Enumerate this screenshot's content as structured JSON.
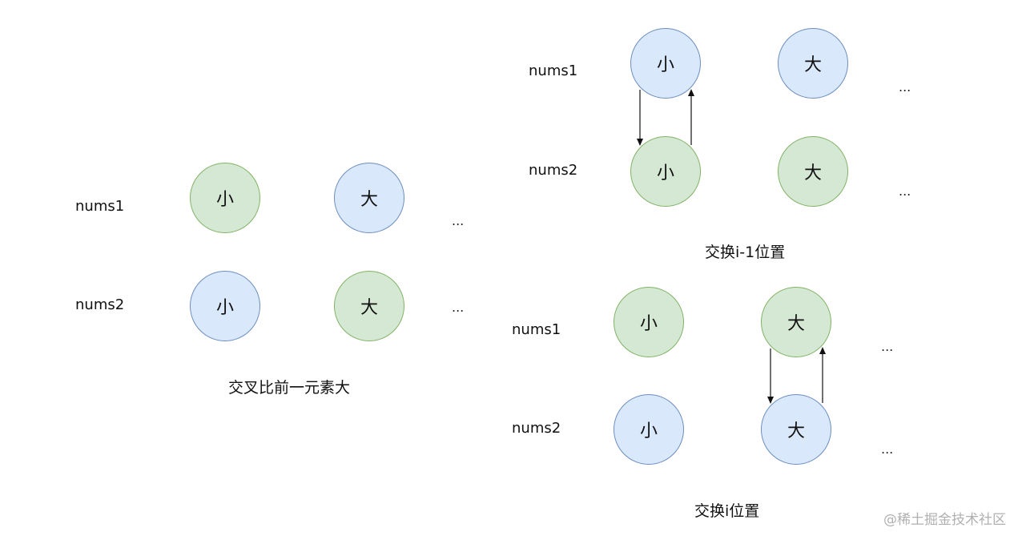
{
  "left": {
    "rows": [
      {
        "label": "nums1",
        "c1": "小",
        "c2": "大",
        "dots": "..."
      },
      {
        "label": "nums2",
        "c1": "小",
        "c2": "大",
        "dots": "..."
      }
    ],
    "caption": "交叉比前一元素大"
  },
  "top_right": {
    "rows": [
      {
        "label": "nums1",
        "c1": "小",
        "c2": "大",
        "dots": "..."
      },
      {
        "label": "nums2",
        "c1": "小",
        "c2": "大",
        "dots": "..."
      }
    ],
    "caption": "交换i-1位置"
  },
  "bottom_right": {
    "rows": [
      {
        "label": "nums1",
        "c1": "小",
        "c2": "大",
        "dots": "..."
      },
      {
        "label": "nums2",
        "c1": "小",
        "c2": "大",
        "dots": "..."
      }
    ],
    "caption": "交换i位置"
  },
  "watermark": "@稀土掘金技术社区",
  "colors": {
    "green_fill": "#d5e8d4",
    "green_stroke": "#82b366",
    "blue_fill": "#dae8fc",
    "blue_stroke": "#6c8ebf"
  }
}
